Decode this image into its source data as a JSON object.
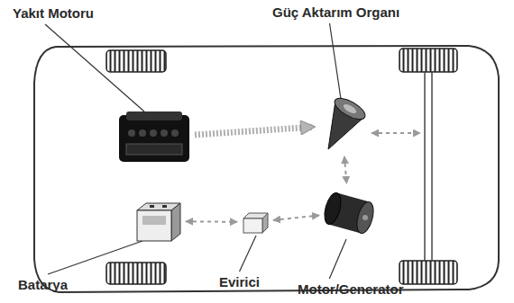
{
  "diagram": {
    "nodes": [
      {
        "text": [
          "Yakıt Motoru"
        ]
      },
      {
        "text": [
          "Güç Aktarım Organı"
        ]
      },
      {
        "text": [
          "Batarya"
        ]
      },
      {
        "text": [
          "Evirici"
        ]
      },
      {
        "text": [
          "Motor/Generator"
        ]
      }
    ],
    "edges": [
      {
        "from": 0,
        "to": 1,
        "arrow": "to"
      },
      {
        "from": 1,
        "to": 4,
        "arrow": "both"
      },
      {
        "from": 2,
        "to": 3,
        "arrow": "both"
      },
      {
        "from": 3,
        "to": 4,
        "arrow": "both"
      }
    ]
  }
}
